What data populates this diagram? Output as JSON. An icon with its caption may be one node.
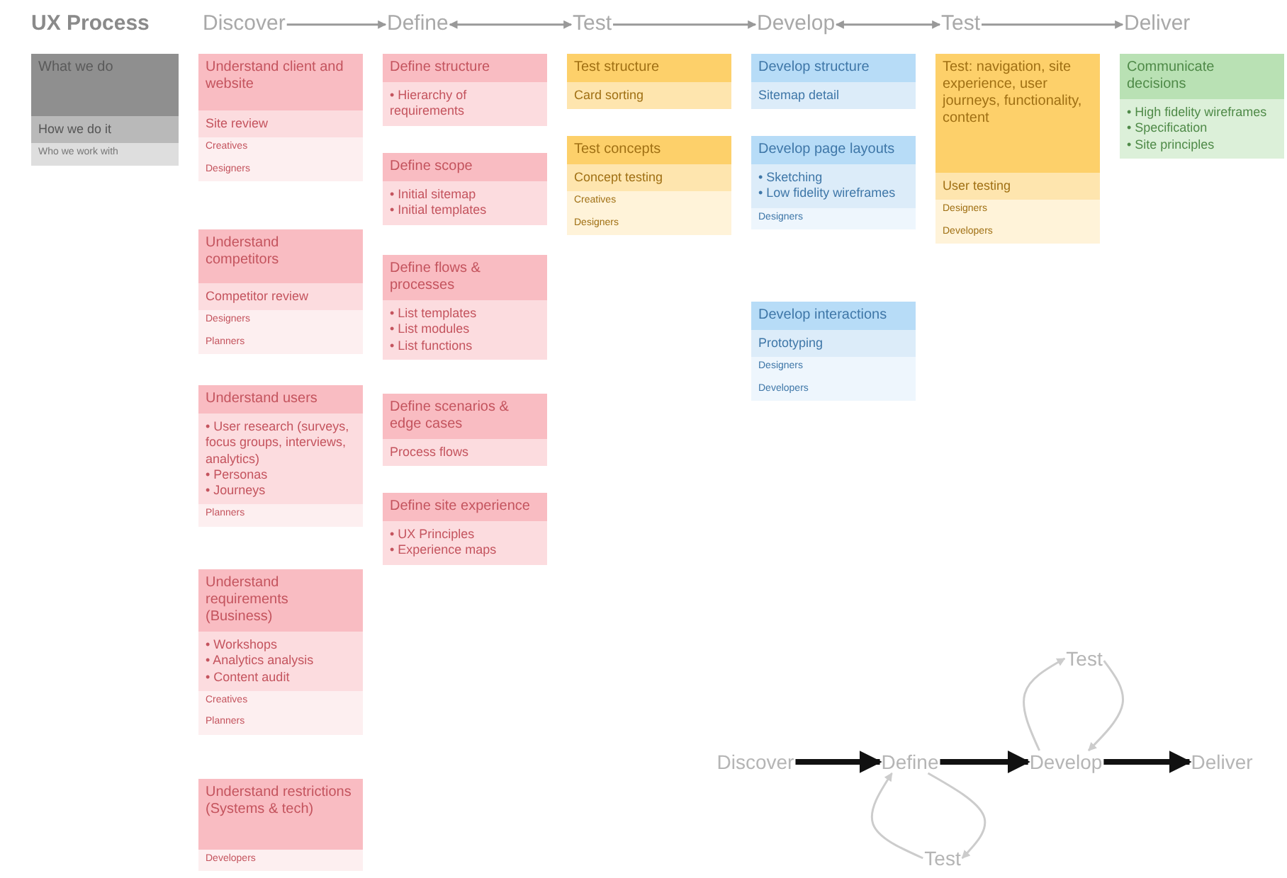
{
  "diagram": {
    "title": "UX Process",
    "nodes": [
      {
        "text": [
          "What we do",
          "How we do it",
          "Who we work with"
        ]
      },
      {
        "text": [
          "Discover"
        ]
      },
      {
        "text": [
          "Define"
        ]
      },
      {
        "text": [
          "Test"
        ]
      },
      {
        "text": [
          "Develop"
        ]
      },
      {
        "text": [
          "Test"
        ]
      },
      {
        "text": [
          "Deliver"
        ]
      },
      {
        "text": [
          "Understand client and website",
          "Site review",
          "Creatives",
          "Designers"
        ]
      },
      {
        "text": [
          "Understand competitors",
          "Competitor review",
          "Designers",
          "Planners"
        ]
      },
      {
        "text": [
          "Understand users",
          "• User research (surveys, focus groups, interviews, analytics)",
          "• Personas",
          "• Journeys",
          "Planners"
        ]
      },
      {
        "text": [
          "Understand requirements (Business)",
          "• Workshops",
          "• Analytics analysis",
          "• Content audit",
          "Creatives",
          "Planners"
        ]
      },
      {
        "text": [
          "Understand restrictions (Systems & tech)",
          "Developers"
        ]
      },
      {
        "text": [
          "Define structure",
          "• Hierarchy of requirements"
        ]
      },
      {
        "text": [
          "Define scope",
          "• Initial sitemap",
          "• Initial templates"
        ]
      },
      {
        "text": [
          "Define flows & processes",
          "• List templates",
          "• List modules",
          "• List functions"
        ]
      },
      {
        "text": [
          "Define scenarios & edge cases",
          "Process flows"
        ]
      },
      {
        "text": [
          "Define site experience",
          "• UX Principles",
          "• Experience maps"
        ]
      },
      {
        "text": [
          "Test structure",
          "Card sorting"
        ]
      },
      {
        "text": [
          "Test concepts",
          "Concept testing",
          "Creatives",
          "Designers"
        ]
      },
      {
        "text": [
          "Develop structure",
          "Sitemap detail"
        ]
      },
      {
        "text": [
          "Develop page layouts",
          "• Sketching",
          "• Low fidelity wireframes",
          "Designers"
        ]
      },
      {
        "text": [
          "Develop interactions",
          "Prototyping",
          "Designers",
          "Developers"
        ]
      },
      {
        "text": [
          "Test: navigation, site experience, user journeys, functionality, content",
          "User testing",
          "Designers",
          "Developers"
        ]
      },
      {
        "text": [
          "Communicate decisions",
          "• High fidelity wireframes",
          "• Specification",
          "• Site principles"
        ]
      },
      {
        "text": [
          "Discover"
        ]
      },
      {
        "text": [
          "Define"
        ]
      },
      {
        "text": [
          "Develop"
        ]
      },
      {
        "text": [
          "Deliver"
        ]
      },
      {
        "text": [
          "Test"
        ]
      },
      {
        "text": [
          "Test"
        ]
      }
    ],
    "edges": [
      {
        "from": 1,
        "to": 2,
        "arrow": "to"
      },
      {
        "from": 2,
        "to": 3,
        "arrow": "both"
      },
      {
        "from": 3,
        "to": 4,
        "arrow": "to"
      },
      {
        "from": 4,
        "to": 5,
        "arrow": "both"
      },
      {
        "from": 5,
        "to": 6,
        "arrow": "to"
      },
      {
        "from": 24,
        "to": 25,
        "arrow": "to",
        "style": "thick",
        "color": "#111111"
      },
      {
        "from": 25,
        "to": 26,
        "arrow": "to",
        "style": "thick",
        "color": "#111111"
      },
      {
        "from": 26,
        "to": 27,
        "arrow": "to",
        "style": "thick",
        "color": "#111111"
      },
      {
        "from": 25,
        "to": 29,
        "arrow": "to",
        "color": "#cccccc"
      },
      {
        "from": 29,
        "to": 25,
        "arrow": "to",
        "color": "#cccccc"
      },
      {
        "from": 26,
        "to": 28,
        "arrow": "to",
        "color": "#cccccc"
      },
      {
        "from": 28,
        "to": 26,
        "arrow": "to",
        "color": "#cccccc"
      }
    ]
  }
}
